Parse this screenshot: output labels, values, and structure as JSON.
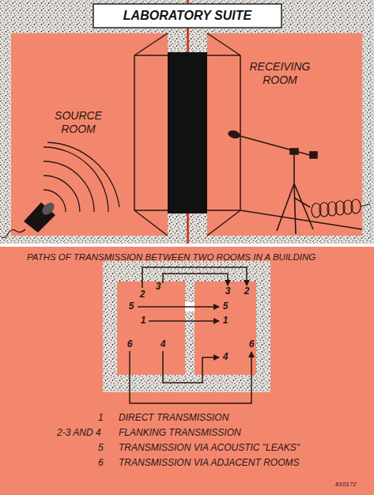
{
  "diagram": {
    "title": "LABORATORY SUITE",
    "nodes": [
      {
        "text": [
          "SOURCE ROOM"
        ]
      },
      {
        "text": [
          "RECEIVING ROOM"
        ]
      }
    ],
    "labels": [
      "PATHS OF TRANSMISSION BETWEEN TWO ROOMS IN A BUILDING",
      "3",
      "2",
      "3",
      "2",
      "5",
      "5",
      "1",
      "1",
      "6",
      "4",
      "4",
      "6",
      "1",
      "DIRECT TRANSMISSION",
      "2-3 AND 4",
      "FLANKING TRANSMISSION",
      "5",
      "TRANSMISSION VIA ACOUSTIC \"LEAKS\"",
      "6",
      "TRANSMISSION VIA ADJACENT ROOMS",
      "810172"
    ]
  }
}
